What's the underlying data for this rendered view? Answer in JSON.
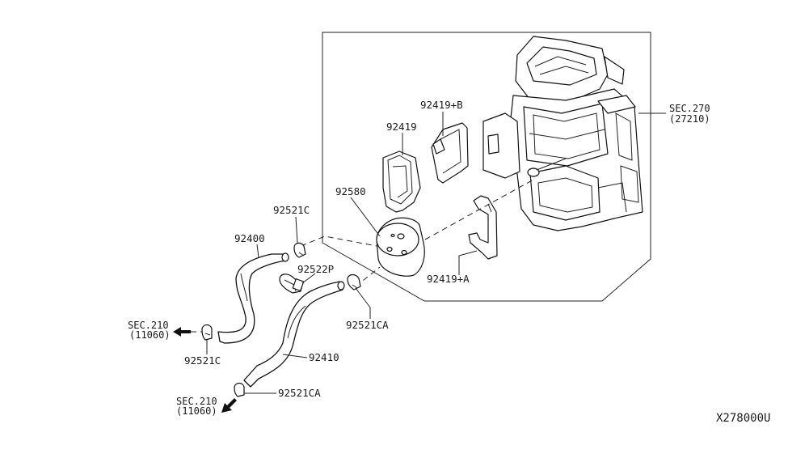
{
  "labels": {
    "sec270": "SEC.270",
    "sec270_sub": "(27210)",
    "p92419b": "92419+B",
    "p92419": "92419",
    "p92580": "92580",
    "p92521c_top": "92521C",
    "p92400": "92400",
    "p92522p": "92522P",
    "p92419a": "92419+A",
    "p92521ca_mid": "92521CA",
    "sec210_a": "SEC.210",
    "sec210_a_sub": "(11060)",
    "p92521c_bottom": "92521C",
    "p92410": "92410",
    "p92521ca_bottom": "92521CA",
    "sec210_b": "SEC.210",
    "sec210_b_sub": "(11060)",
    "diagram_code": "X278000U"
  }
}
